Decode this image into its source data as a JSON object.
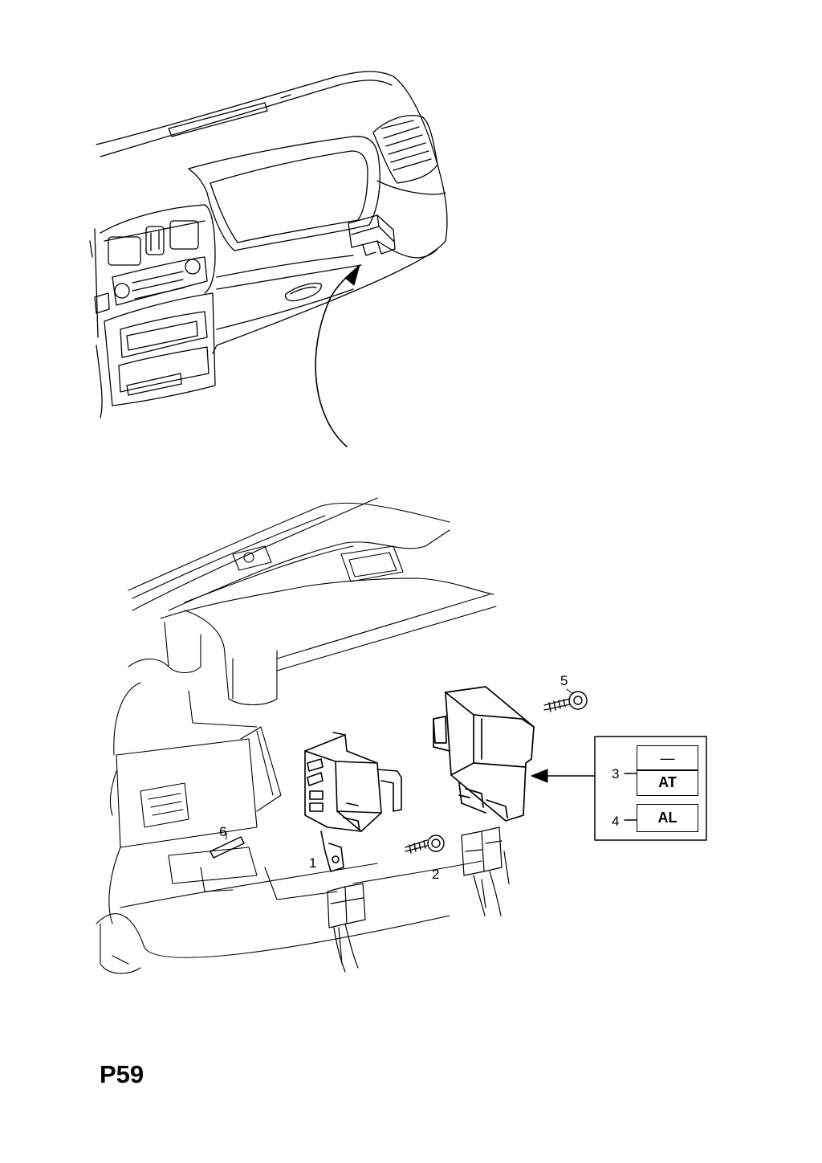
{
  "diagram": {
    "page_code": "P59",
    "callouts": {
      "c1": "1",
      "c2": "2",
      "c3": "3",
      "c4": "4",
      "c5": "5",
      "c6": "6"
    },
    "legend": {
      "option_3_top": "—",
      "option_3_bottom": "AT",
      "option_4": "AL"
    },
    "colors": {
      "line": "#000000",
      "background": "#ffffff"
    }
  }
}
